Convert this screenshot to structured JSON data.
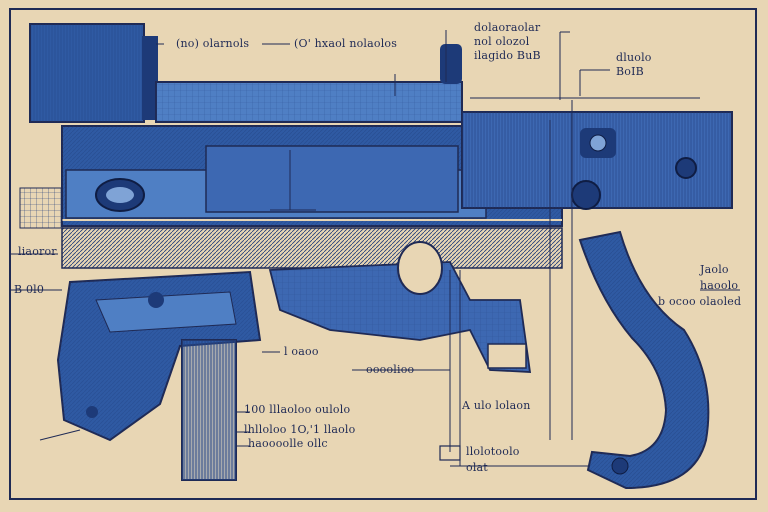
{
  "colors": {
    "paper": "#e8d6b4",
    "paper_edge": "#d9c296",
    "ink": "#1f2a55",
    "blue_dark": "#1d3a78",
    "blue_mid": "#2f5aa3",
    "blue_light": "#4f7fc4",
    "blue_pale": "#7fa3d6"
  },
  "labels": {
    "top_a": "(no) olarnols",
    "top_b": "(O' hxaol nolaolos",
    "top_c1": "dolaoraolar",
    "top_c2": "nol olozol",
    "top_c3": "ilagido BuB",
    "top_d1": "dluolo",
    "top_d2": "BoIB",
    "left_a": "liaoror",
    "left_b": "B 0l0",
    "right_a1": "Jaolo",
    "right_a2": "haoolo",
    "right_a3": "b ocoo olaoled",
    "mid_a": "l oaoo",
    "mid_b": "oooolioo",
    "bot_a1": "100  lllaoloo oulolo",
    "bot_a2": "lhlloloo 1O,'1 llaolo",
    "bot_a3": "haoooolle     ollc",
    "bot_b1": "A ulo lolaon",
    "bot_b2": "llolotoolo",
    "bot_b3": "olat"
  }
}
